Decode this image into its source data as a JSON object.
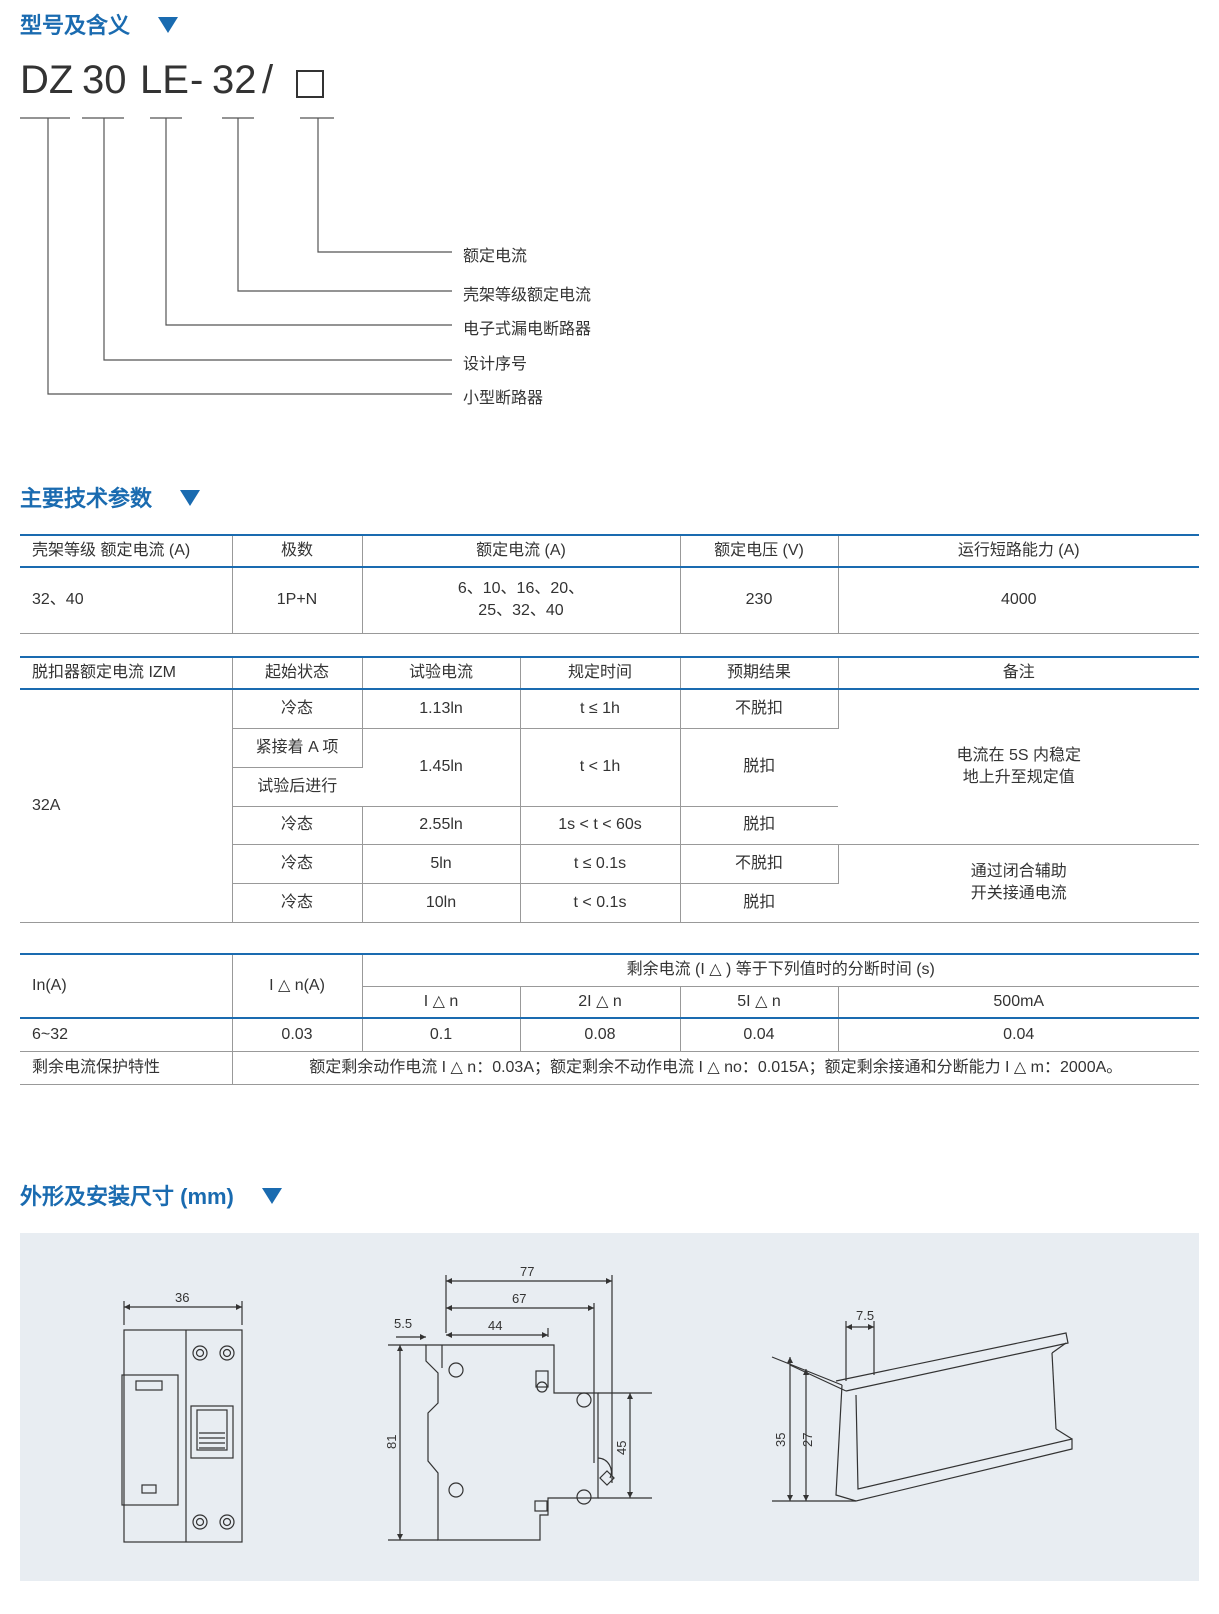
{
  "sections": {
    "model_title": "型号及含义",
    "params_title": "主要技术参数",
    "dims_title": "外形及安装尺寸 (mm)"
  },
  "model": {
    "parts": [
      "DZ",
      "30",
      "LE",
      "-",
      "32",
      "/"
    ],
    "legend": [
      "额定电流",
      "壳架等级额定电流",
      "电子式漏电断路器",
      "设计序号",
      "小型断路器"
    ]
  },
  "table1": {
    "headers": [
      "壳架等级 额定电流 (A)",
      "极数",
      "额定电流 (A)",
      "额定电压 (V)",
      "运行短路能力 (A)"
    ],
    "row": [
      "32、40",
      "1P+N",
      "6、10、16、20、",
      "25、32、40",
      "230",
      "4000"
    ]
  },
  "table2": {
    "headers": [
      "脱扣器额定电流 IZM",
      "起始状态",
      "试验电流",
      "规定时间",
      "预期结果",
      "备注"
    ],
    "izm": "32A",
    "rows": [
      [
        "冷态",
        "1.13ln",
        "t ≤ 1h",
        "不脱扣"
      ],
      [
        "紧接着 A 项",
        "1.45ln",
        "t < 1h",
        "脱扣"
      ],
      [
        "试验后进行"
      ],
      [
        "冷态",
        "2.55ln",
        "1s < t < 60s",
        "脱扣"
      ],
      [
        "冷态",
        "5ln",
        "t ≤ 0.1s",
        "不脱扣"
      ],
      [
        "冷态",
        "10ln",
        "t < 0.1s",
        "脱扣"
      ]
    ],
    "note1": [
      "电流在 5S 内稳定",
      "地上升至规定值"
    ],
    "note2": [
      "通过闭合辅助",
      "开关接通电流"
    ]
  },
  "table3": {
    "in_label": "In(A)",
    "idn_label": "I △ n(A)",
    "group_header": "剩余电流 (I △ ) 等于下列值时的分断时间 (s)",
    "subheaders": [
      "I △ n",
      "2I △ n",
      "5I △ n",
      "500mA"
    ],
    "row": [
      "6~32",
      "0.03",
      "0.1",
      "0.08",
      "0.04",
      "0.04"
    ],
    "protect_label": "剩余电流保护特性",
    "protect_text": "额定剩余动作电流 I △ n：0.03A；额定剩余不动作电流 I △ no：0.015A；额定剩余接通和分断能力 I △ m：2000A。"
  },
  "dims": {
    "front_width": "36",
    "side": [
      "77",
      "67",
      "5.5",
      "44",
      "81",
      "45"
    ],
    "rail": [
      "7.5",
      "35",
      "27"
    ]
  },
  "colors": {
    "accent": "#1a6bb0",
    "panel": "#e8edf2",
    "text": "#333333"
  }
}
